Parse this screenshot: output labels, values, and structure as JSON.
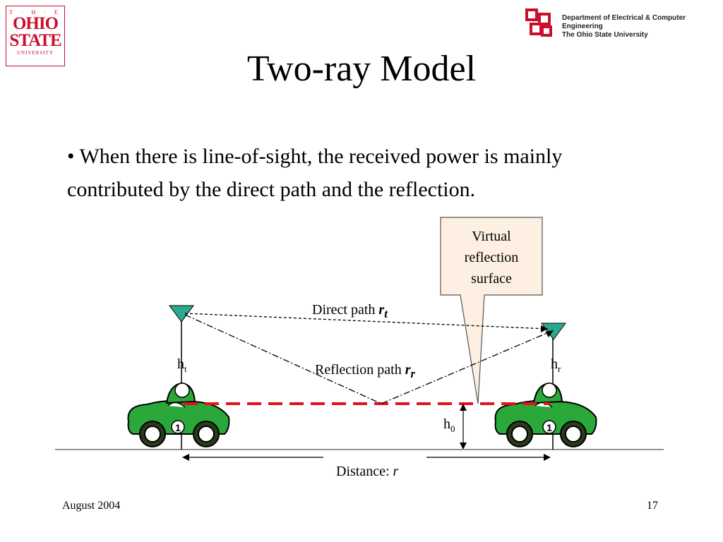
{
  "logo": {
    "the": "T · H · E",
    "line1": "OHIO",
    "line2": "STATE",
    "line3": "UNIVERSITY"
  },
  "header": {
    "dept_line1": "Department of Electrical & Computer Engineering",
    "dept_line2": "The Ohio State University"
  },
  "title": "Two-ray Model",
  "bullet": "• When there is line-of-sight, the received power is mainly contributed by the direct path and the reflection.",
  "diagram": {
    "callout": "Virtual\nreflection\nsurface",
    "direct_path_label": "Direct path",
    "direct_path_symbol": "r",
    "direct_path_sub": "t",
    "reflection_path_label": "Reflection path",
    "reflection_path_symbol": "r",
    "reflection_path_sub": "r",
    "ht": "h",
    "ht_sub": "t",
    "hr": "h",
    "hr_sub": "r",
    "h0": "h",
    "h0_sub": "0",
    "distance_label": "Distance:",
    "distance_symbol": "r",
    "colors": {
      "reflection_surface": "#e0141e",
      "car": "#2aa83a",
      "antenna": "#2aa890",
      "logo": "#c8102e"
    }
  },
  "footer": {
    "date": "August 2004",
    "page": "17"
  }
}
